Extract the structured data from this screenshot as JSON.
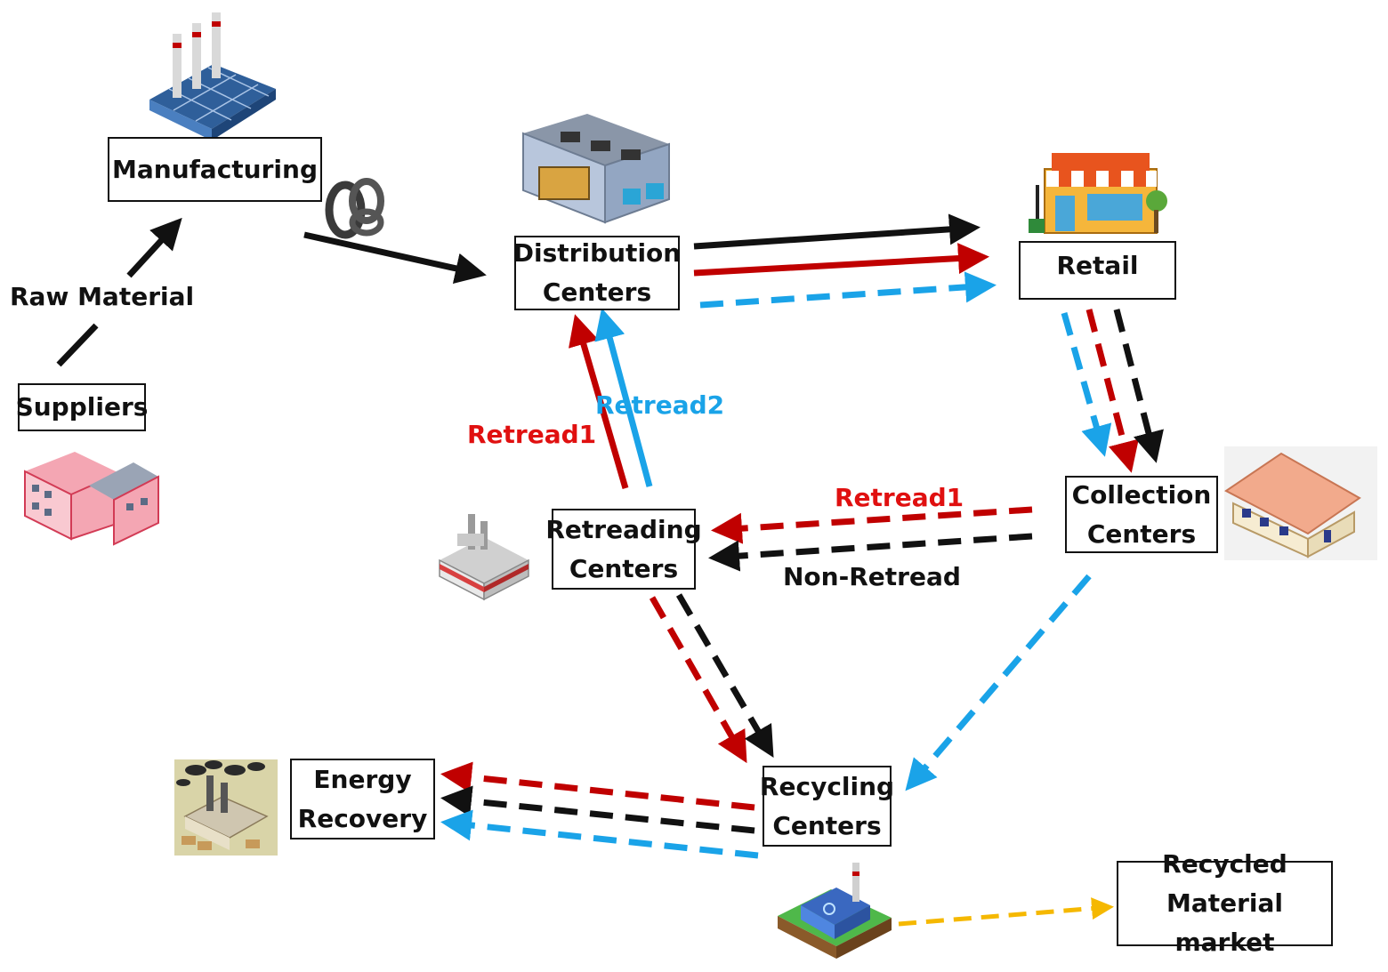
{
  "nodes": {
    "manufacturing": {
      "label": "Manufacturing"
    },
    "suppliers": {
      "label": "Suppliers"
    },
    "distribution": {
      "line1": "Distribution",
      "line2": "Centers"
    },
    "retail": {
      "label": "Retail"
    },
    "collection": {
      "line1": "Collection",
      "line2": "Centers"
    },
    "retreading": {
      "line1": "Retreading",
      "line2": "Centers"
    },
    "recycling": {
      "line1": "Recycling",
      "line2": "Centers"
    },
    "energy": {
      "line1": "Energy",
      "line2": "Recovery"
    },
    "recycled_market": {
      "line1": "Recycled",
      "line2": "Material market"
    }
  },
  "labels": {
    "raw_material": "Raw Material",
    "retread1_upper": "Retread1",
    "retread2": "Retread2",
    "retread1_lower": "Retread1",
    "non_retread": "Non-Retread"
  },
  "colors": {
    "black": "#111111",
    "red": "#c00000",
    "blue": "#1aa3e8",
    "orange": "#f5b800",
    "retread1_text": "#e01010",
    "retread2_text": "#1aa3e8"
  },
  "icons": [
    "factory-icon",
    "tires-icon",
    "supplier-building-icon",
    "warehouse-icon",
    "retail-store-icon",
    "collection-warehouse-icon",
    "retreading-plant-icon",
    "recycling-plant-icon",
    "energy-plant-icon"
  ]
}
